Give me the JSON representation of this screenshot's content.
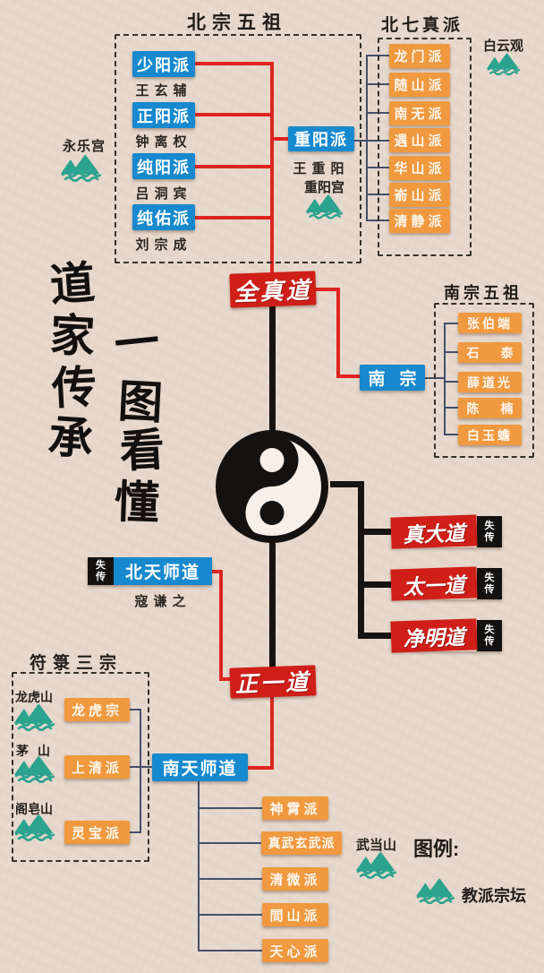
{
  "calligraphy": {
    "col1": [
      "道",
      "家",
      "传",
      "承"
    ],
    "col2": [
      "一",
      "图",
      "看",
      "懂"
    ]
  },
  "colors": {
    "background": "#e7d8cd",
    "blue": "#1789ce",
    "orange": "#f0993f",
    "red": "#cf1f18",
    "red_line": "#e02420",
    "black_line": "#171310",
    "navy_line": "#44506b",
    "teal": "#2ba38e"
  },
  "north_five": {
    "title": "北宗五祖",
    "site": "永乐宫",
    "schools": [
      {
        "name": "少阳派",
        "founder": "王玄辅"
      },
      {
        "name": "正阳派",
        "founder": "钟离权"
      },
      {
        "name": "纯阳派",
        "founder": "吕洞宾"
      },
      {
        "name": "纯佑派",
        "founder": "刘宗成"
      }
    ]
  },
  "chongyang": {
    "school": "重阳派",
    "founder": "王重阳",
    "site": "重阳宫"
  },
  "north_seven": {
    "title": "北七真派",
    "site": "白云观",
    "schools": [
      "龙门派",
      "随山派",
      "南无派",
      "遇山派",
      "华山派",
      "嵛山派",
      "清静派"
    ]
  },
  "quanzhen": {
    "name": "全真道"
  },
  "south_five": {
    "title": "南宗五祖",
    "branch": "南宗",
    "patriarchs": [
      "张伯端",
      "石泰",
      "薛道光",
      "陈楠",
      "白玉蟾"
    ]
  },
  "lost_schools": {
    "items": [
      {
        "name": "真大道",
        "status": "失传"
      },
      {
        "name": "太一道",
        "status": "失传"
      },
      {
        "name": "净明道",
        "status": "失传"
      }
    ]
  },
  "north_celestial": {
    "name": "北天师道",
    "status": "失传",
    "founder": "寇谦之"
  },
  "zhengyi": {
    "name": "正一道"
  },
  "fulu": {
    "title": "符箓三宗",
    "items": [
      {
        "site": "龙虎山",
        "school": "龙虎宗"
      },
      {
        "site": "茅山",
        "school": "上清派"
      },
      {
        "site": "阁皂山",
        "school": "灵宝派"
      }
    ]
  },
  "south_celestial": {
    "name": "南天师道",
    "site": "武当山",
    "schools": [
      "神霄派",
      "真武玄武派",
      "清微派",
      "間山派",
      "天心派"
    ]
  },
  "legend": {
    "title": "图例:",
    "label": "教派宗坛"
  }
}
